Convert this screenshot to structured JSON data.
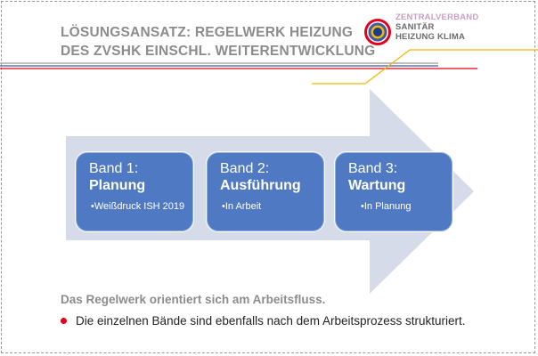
{
  "header": {
    "title_line1": "LÖSUNGSANSATZ: REGELWERK HEIZUNG",
    "title_line2": "DES ZVSHK EINSCHL. WEITERENTWICKLUNG"
  },
  "logo": {
    "line1": "ZENTRALVERBAND",
    "line2": "SANITÄR",
    "line3": "HEIZUNG KLIMA",
    "icon": "zvshk-rings-logo",
    "colors": {
      "outer": "#e3001b",
      "ring_blue": "#3d5aa8",
      "ring_yellow": "#f3b700",
      "inner": "#1a3c8c"
    }
  },
  "header_lines": {
    "gray": "#9a9a9a",
    "blue": "#3d5aa8",
    "red": "#e3001b",
    "yellow": "#f3b700"
  },
  "process": {
    "arrow_color": "#d6dbe9",
    "bands": [
      {
        "number": "Band 1:",
        "name": "Planung",
        "status": "•Weißdruck ISH 2019"
      },
      {
        "number": "Band 2:",
        "name": "Ausführung",
        "status": "•In Arbeit"
      },
      {
        "number": "Band 3:",
        "name": "Wartung",
        "status": "•In Planung"
      }
    ],
    "band_color": "#4f7ac3"
  },
  "body": {
    "subhead": "Das Regelwerk orientiert sich am Arbeitsfluss.",
    "bullets": [
      "Die einzelnen Bände sind ebenfalls nach dem Arbeitsprozess strukturiert."
    ],
    "bullet_color": "#e3001b"
  }
}
